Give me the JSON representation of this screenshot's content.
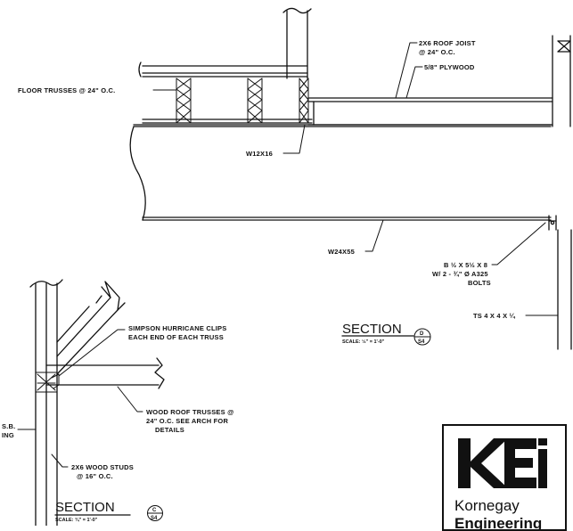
{
  "section_d": {
    "labels": {
      "floor_trusses": "FLOOR TRUSSES @ 24\" O.C.",
      "roof_joist_1": "2X6 ROOF JOIST",
      "roof_joist_2": "@ 24\" O.C.",
      "plywood": "5/8\" PLYWOOD",
      "w12x16": "W12X16",
      "w24x55": "W24X55",
      "bolt_1": "B ½ X 5½ X 8",
      "bolt_2": "W/ 2 - ¾\" Ø A325",
      "bolt_3": "BOLTS",
      "ts": "TS 4 X 4 X ¼"
    },
    "title": "SECTION",
    "scale": "SCALE: ½\" = 1'-0\"",
    "bubble_top": "D",
    "bubble_bottom": "S4"
  },
  "section_c": {
    "labels": {
      "clips_1": "SIMPSON HURRICANE CLIPS",
      "clips_2": "EACH END OF EACH TRUSS",
      "trusses_1": "WOOD ROOF TRUSSES @",
      "trusses_2": "24\" O.C. SEE ARCH FOR",
      "trusses_3": "DETAILS",
      "studs_1": "2X6 WOOD STUDS",
      "studs_2": "@ 16\" O.C.",
      "osb_1": "S.B.",
      "osb_2": "ING"
    },
    "title": "SECTION",
    "scale": "SCALE: ¾\" = 1'-0\"",
    "bubble_top": "C",
    "bubble_bottom": "S4"
  },
  "logo": {
    "company_name": "Kornegay",
    "company_sub": "Engineering"
  }
}
